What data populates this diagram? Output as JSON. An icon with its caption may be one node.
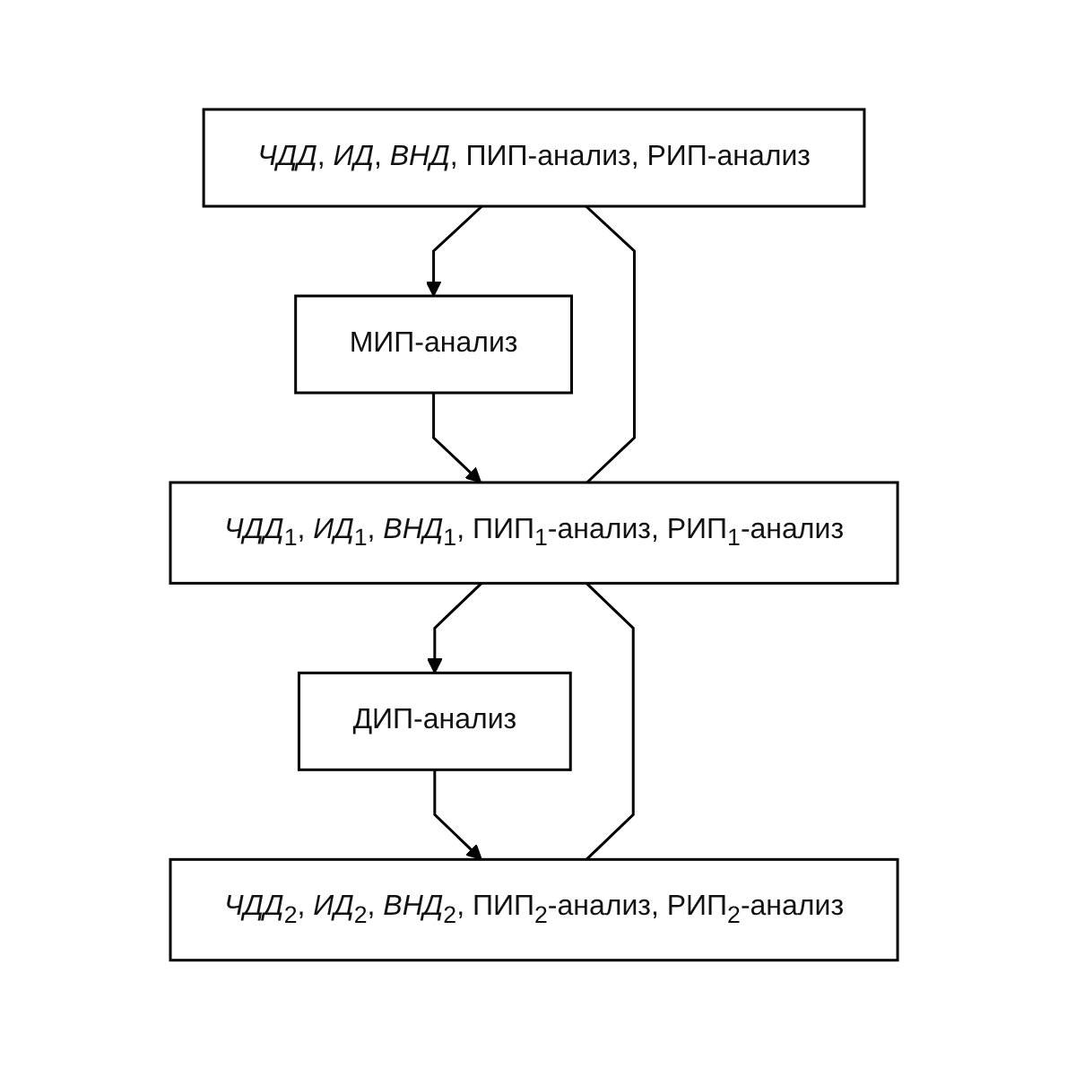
{
  "diagram": {
    "nodes": [
      {
        "text": [
          "*ЧДД*, *ИД*, *ВНД*, ПИП-анализ, РИП-анализ"
        ]
      },
      {
        "text": [
          "МИП-анализ"
        ]
      },
      {
        "text": [
          "*ЧДД*$_{1}$, *ИД*$_{1}$, *ВНД*$_{1}$, ПИП$_{1}$-анализ, РИП$_{1}$-анализ"
        ]
      },
      {
        "text": [
          "ДИП-анализ"
        ]
      },
      {
        "text": [
          "*ЧДД*$_{2}$, *ИД*$_{2}$, *ВНД*$_{2}$, ПИП$_{2}$-анализ, РИП$_{2}$-анализ"
        ]
      }
    ],
    "edges": [
      {
        "from": 0,
        "to": 1,
        "arrow": "to"
      },
      {
        "from": 1,
        "to": 2,
        "arrow": "to"
      },
      {
        "from": 2,
        "to": 3,
        "arrow": "to"
      },
      {
        "from": 3,
        "to": 4,
        "arrow": "to"
      },
      {
        "from": 0,
        "to": 2,
        "arrow": "none"
      },
      {
        "from": 2,
        "to": 4,
        "arrow": "none"
      }
    ]
  }
}
